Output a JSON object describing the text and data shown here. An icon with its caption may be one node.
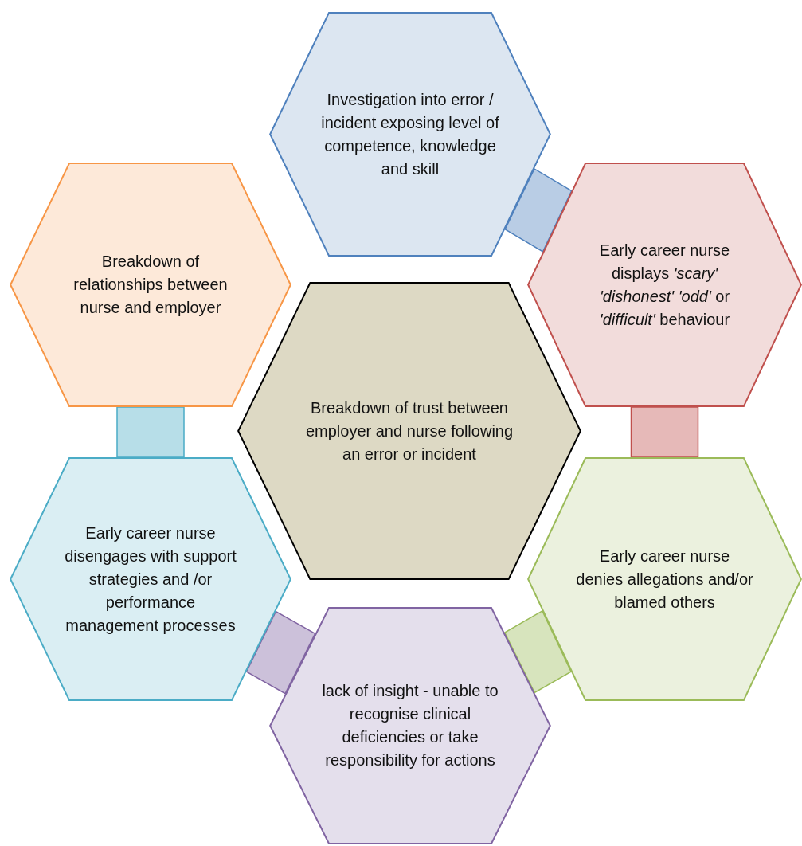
{
  "diagram": {
    "nodes": [
      {
        "text": [
          "Investigation into error / incident exposing level of competence, knowledge and skill"
        ]
      },
      {
        "text": [
          "Breakdown of relationships between nurse and employer"
        ]
      },
      {
        "text": [
          "Early career nurse displays *'scary'* *'dishonest'* *'odd'* or *'difficult'* behaviour"
        ]
      },
      {
        "text": [
          "Breakdown of trust between employer and nurse following an error or incident"
        ]
      },
      {
        "text": [
          "Early career nurse disengages with support strategies and /or performance management processes"
        ]
      },
      {
        "text": [
          "Early career nurse denies allegations and/or blamed others"
        ]
      },
      {
        "text": [
          "lack of insight - unable to recognise clinical deficiencies or take responsibility for actions"
        ]
      }
    ],
    "edges": [
      {
        "from": 0,
        "to": 2,
        "arrow": "none",
        "style": "thick",
        "color": "#4f81bd"
      },
      {
        "from": 2,
        "to": 5,
        "arrow": "none",
        "style": "thick",
        "color": "#c0504d"
      },
      {
        "from": 5,
        "to": 6,
        "arrow": "none",
        "style": "thick",
        "color": "#9bbb59"
      },
      {
        "from": 6,
        "to": 4,
        "arrow": "none",
        "style": "thick",
        "color": "#8064a2"
      },
      {
        "from": 4,
        "to": 1,
        "arrow": "none",
        "style": "thick",
        "color": "#4bacc6"
      }
    ]
  }
}
